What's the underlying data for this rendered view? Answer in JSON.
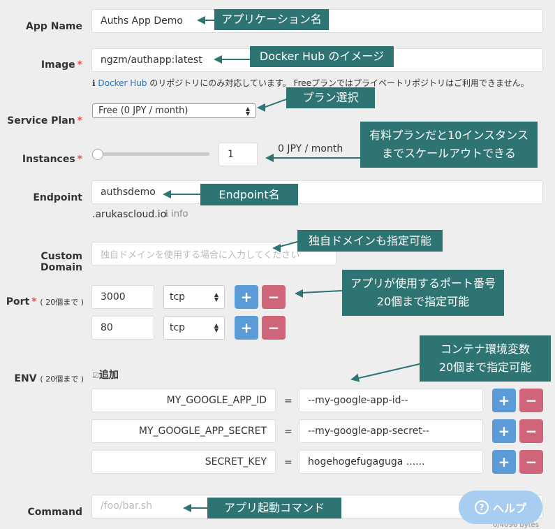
{
  "form": {
    "app_name": {
      "label": "App Name",
      "value": "Auths App Demo"
    },
    "image": {
      "label": "Image",
      "required": "*",
      "value": "ngzm/authapp:latest",
      "note_link": "Docker Hub",
      "note_text": " のリポジトリにのみ対応しています。 Freeプランではプライベートリポジトリはご利用できません。"
    },
    "service_plan": {
      "label": "Service Plan",
      "required": "*",
      "selected": "Free (0 JPY / month)"
    },
    "instances": {
      "label": "Instances",
      "required": "*",
      "value": "1",
      "price": "0 JPY / month",
      "slider_level": 0
    },
    "endpoint": {
      "label": "Endpoint",
      "value": "authsdemo",
      "suffix": ".arukascloud.io",
      "info": "info"
    },
    "custom_domain": {
      "label": "Custom Domain",
      "placeholder": "独自ドメインを使用する場合に入力してください"
    },
    "port": {
      "label": "Port",
      "required": "*",
      "hint": "( 20個まで )",
      "rows": [
        {
          "port": "3000",
          "protocol": "tcp"
        },
        {
          "port": "80",
          "protocol": "tcp"
        }
      ]
    },
    "env": {
      "label": "ENV",
      "hint": "( 20個まで )",
      "add_label": "追加",
      "rows": [
        {
          "key": "MY_GOOGLE_APP_ID",
          "value": "--my-google-app-id--"
        },
        {
          "key": "MY_GOOGLE_APP_SECRET",
          "value": "--my-google-app-secret--"
        },
        {
          "key": "SECRET_KEY",
          "value": "hogehogefugaguga ......"
        }
      ]
    },
    "command": {
      "label": "Command",
      "placeholder": "/foo/bar.sh",
      "counter": "0/4096 bytes"
    },
    "plus": "+",
    "minus": "−",
    "equals": "="
  },
  "callouts": {
    "app_name": "アプリケーション名",
    "image": "Docker Hub のイメージ",
    "plan": "プラン選択",
    "instances": "有料プランだと10インスタンスまでスケールアウトできる",
    "endpoint": "Endpoint名",
    "domain": "独自ドメインも指定可能",
    "port": "アプリが使用するポート番号\n20個まで指定可能",
    "env": "コンテナ環境変数\n20個まで指定可能",
    "command": "アプリ起動コマンド"
  },
  "help": {
    "label": "ヘルプ"
  },
  "colors": {
    "accent": "#2e7472",
    "plus": "#5b9bd8",
    "minus": "#d06478",
    "required": "#d9534f",
    "help": "#a8cdf0"
  }
}
